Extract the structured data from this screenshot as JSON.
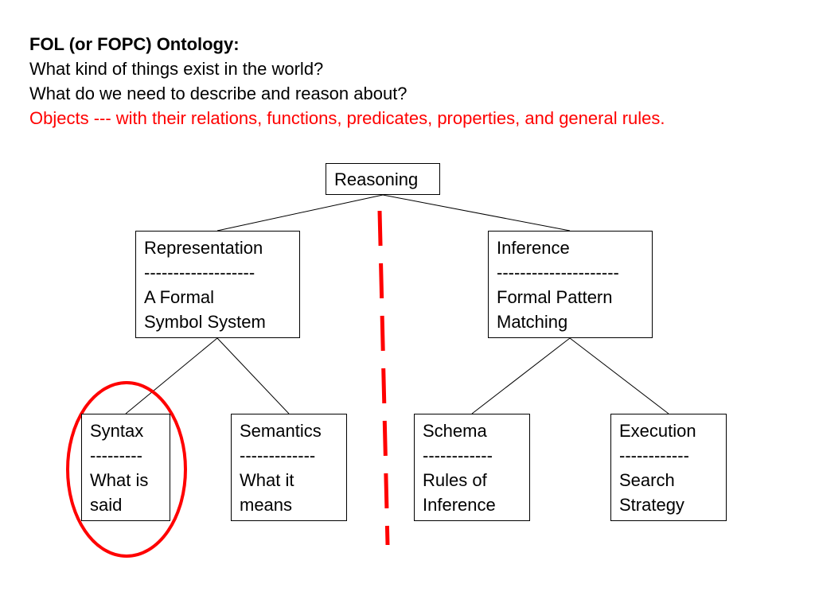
{
  "header": {
    "title": "FOL (or FOPC) Ontology:",
    "question1": "What kind of things exist in the world?",
    "question2": "What do we need to describe and reason about?",
    "answer": "Objects --- with their relations, functions, predicates, properties, and general rules."
  },
  "colors": {
    "accent_red": "#ff0000",
    "lines": "#000000"
  },
  "tree": {
    "root": {
      "label": "Reasoning"
    },
    "representation": {
      "title": "Representation",
      "divider": "-------------------",
      "line1": "A Formal",
      "line2": "Symbol System"
    },
    "inference": {
      "title": "Inference",
      "divider": "---------------------",
      "line1": "Formal Pattern",
      "line2": "Matching"
    },
    "syntax": {
      "title": "Syntax",
      "divider": "---------",
      "line1": "What is",
      "line2": "said"
    },
    "semantics": {
      "title": "Semantics",
      "divider": "-------------",
      "line1": "What it",
      "line2": "means"
    },
    "schema": {
      "title": "Schema",
      "divider": "------------",
      "line1": "Rules of",
      "line2": "Inference"
    },
    "execution": {
      "title": "Execution",
      "divider": "------------",
      "line1": "Search",
      "line2": "Strategy"
    }
  }
}
